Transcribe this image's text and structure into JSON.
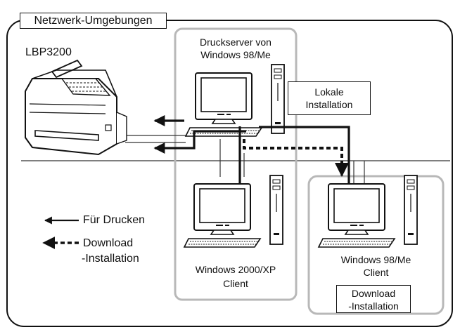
{
  "diagram": {
    "title": "Netzwerk-Umgebungen",
    "printer_label": "LBP3200",
    "print_server": {
      "line1": "Druckserver von",
      "line2": "Windows 98/Me"
    },
    "local_install": {
      "line1": "Lokale",
      "line2": "Installation"
    },
    "client_2000xp": {
      "line1": "Windows 2000/XP",
      "line2": "Client"
    },
    "client_98me": {
      "line1": "Windows 98/Me",
      "line2": "Client"
    },
    "download_install_box": {
      "line1": "Download",
      "line2": "-Installation"
    },
    "legend": {
      "printing": "Für Drucken",
      "download_line1": "Download",
      "download_line2": "-Installation"
    }
  },
  "colors": {
    "outline": "#111111",
    "group_border": "#b8b8b8",
    "network_line": "#333333"
  }
}
